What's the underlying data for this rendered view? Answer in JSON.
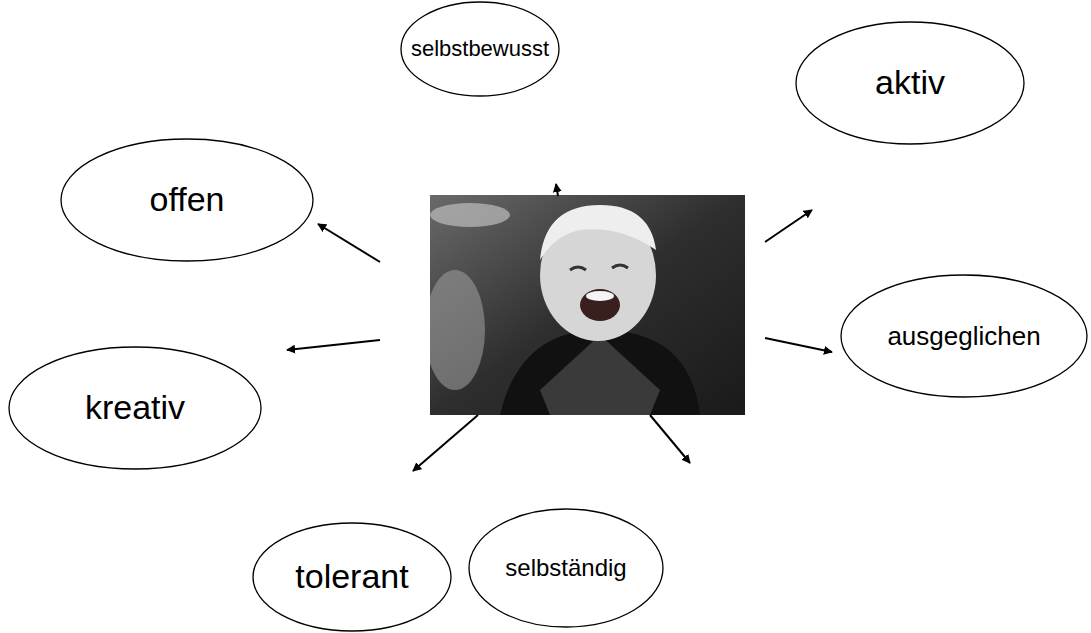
{
  "diagram": {
    "nodes": [
      {
        "text": [
          "selbstbewusst"
        ]
      },
      {
        "text": [
          "offen"
        ]
      },
      {
        "text": [
          "aktiv"
        ]
      },
      {
        "text": [
          "kreativ"
        ]
      },
      {
        "text": [
          "ausgeglichen"
        ]
      },
      {
        "text": [
          "tolerant"
        ]
      },
      {
        "text": [
          "selbständig"
        ]
      }
    ]
  }
}
